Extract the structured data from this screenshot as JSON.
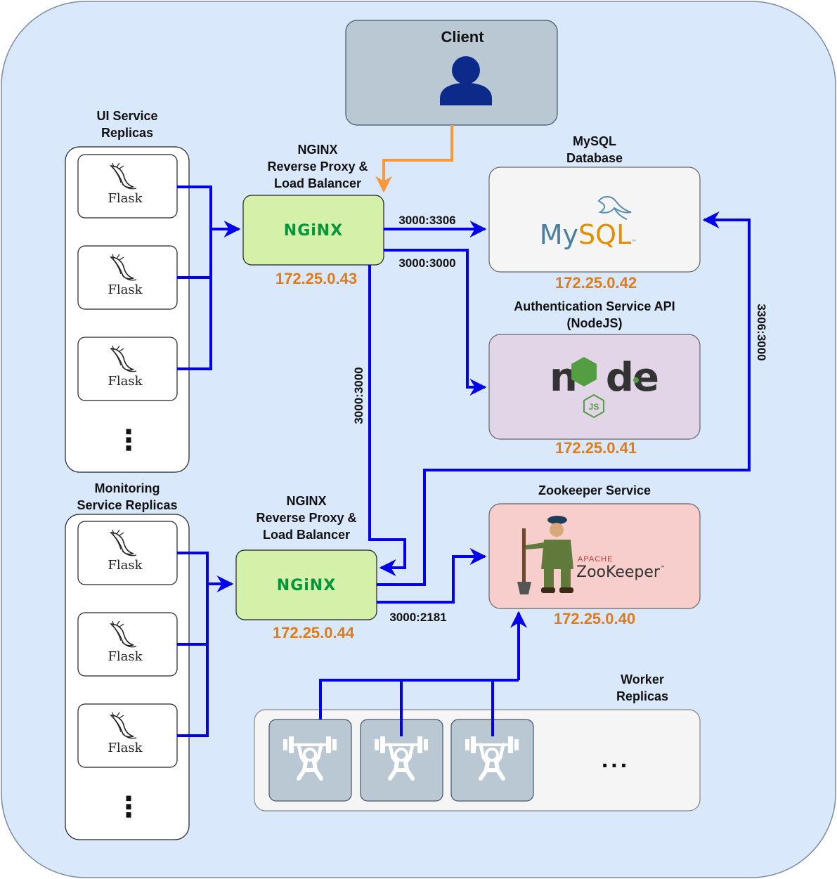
{
  "client": {
    "label": "Client"
  },
  "ui_service": {
    "label_line1": "UI Service",
    "label_line2": "Replicas",
    "replica_label": "Flask",
    "more": "⋮"
  },
  "monitoring_service": {
    "label_line1": "Monitoring",
    "label_line2": "Service Replicas",
    "replica_label": "Flask",
    "more": "⋮"
  },
  "nginx_ui": {
    "label_line1": "NGINX",
    "label_line2": "Reverse Proxy &",
    "label_line3": "Load Balancer",
    "logo_text": "NGiNX",
    "ip": "172.25.0.43"
  },
  "nginx_monitoring": {
    "label_line1": "NGINX",
    "label_line2": "Reverse Proxy &",
    "label_line3": "Load Balancer",
    "logo_text": "NGiNX",
    "ip": "172.25.0.44"
  },
  "mysql": {
    "label_line1": "MySQL",
    "label_line2": "Database",
    "logo_my": "My",
    "logo_sql": "SQL",
    "logo_tm": "™",
    "ip": "172.25.0.42"
  },
  "auth": {
    "label_line1": "Authentication Service API",
    "label_line2": "(NodeJS)",
    "logo_text": "node",
    "logo_js": "JS",
    "ip": "172.25.0.41"
  },
  "zookeeper": {
    "label": "Zookeeper Service",
    "logo_apache": "APACHE",
    "logo_text": "ZooKeeper",
    "logo_tm": "™",
    "ip": "172.25.0.40"
  },
  "workers": {
    "label_line1": "Worker",
    "label_line2": "Replicas",
    "more": "..."
  },
  "ports": {
    "nginx_ui_to_mysql": "3000:3306",
    "nginx_ui_to_auth": "3000:3000",
    "nginx_ui_to_nginx_mon": "3000:3000",
    "mysql_link": "3306:3000",
    "nginx_mon_to_zk": "3000:2181"
  },
  "colors": {
    "background": "#dae8fc",
    "arrow_blue": "#0000ee",
    "arrow_orange": "#f5993a",
    "ip_orange": "#e07b1a",
    "nginx_green": "#009639",
    "nginx_box": "#d5f0a8",
    "mysql_box": "#f5f5f5",
    "auth_box": "#e1d5e7",
    "zk_box": "#f8cecc",
    "client_box": "#bac8d3",
    "worker_icon_box": "#bac8d3"
  }
}
